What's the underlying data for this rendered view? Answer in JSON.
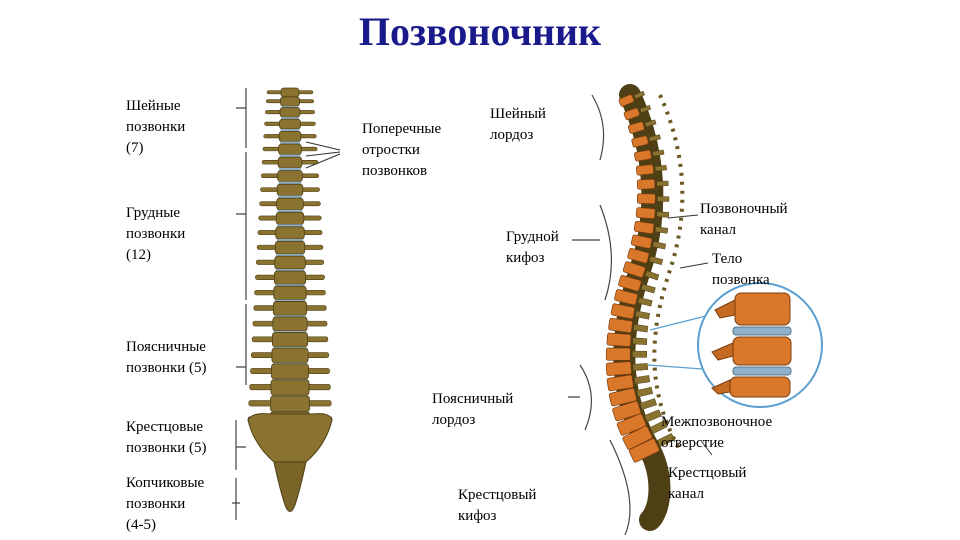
{
  "title": "Позвоночник",
  "labels": {
    "cervical": [
      "Шейные",
      "позвонки",
      "(7)"
    ],
    "thoracic": [
      "Грудные",
      "позвонки",
      "(12)"
    ],
    "lumbar": [
      "Поясничные",
      "позвонки (5)"
    ],
    "sacral": [
      "Крестцовые",
      "позвонки (5)"
    ],
    "coccygeal": [
      "Копчиковые",
      "позвонки",
      "(4-5)"
    ],
    "transverse": [
      "Поперечные",
      "отростки",
      "позвонков"
    ],
    "cervical_lordosis": [
      "Шейный",
      "лордоз"
    ],
    "thoracic_kyphosis": [
      "Грудной",
      "кифоз"
    ],
    "lumbar_lordosis": [
      "Поясничный",
      "лордоз"
    ],
    "sacral_kyphosis": [
      "Крестцовый",
      "кифоз"
    ],
    "spinal_canal": [
      "Позвоночный",
      "канал"
    ],
    "vertebral_body": [
      "Тело",
      "позвонка"
    ],
    "intervertebral_foramen": [
      "Межпозвоночное",
      "отверстие"
    ],
    "sacral_canal": [
      "Крестцовый",
      "канал"
    ]
  },
  "colors": {
    "title": "#1a1a8c",
    "bone": "#8a7330",
    "bone_dark": "#4e3f14",
    "disc": "#8fb0c8",
    "vert_body": "#d9782a",
    "circle": "#5a9fd0"
  }
}
